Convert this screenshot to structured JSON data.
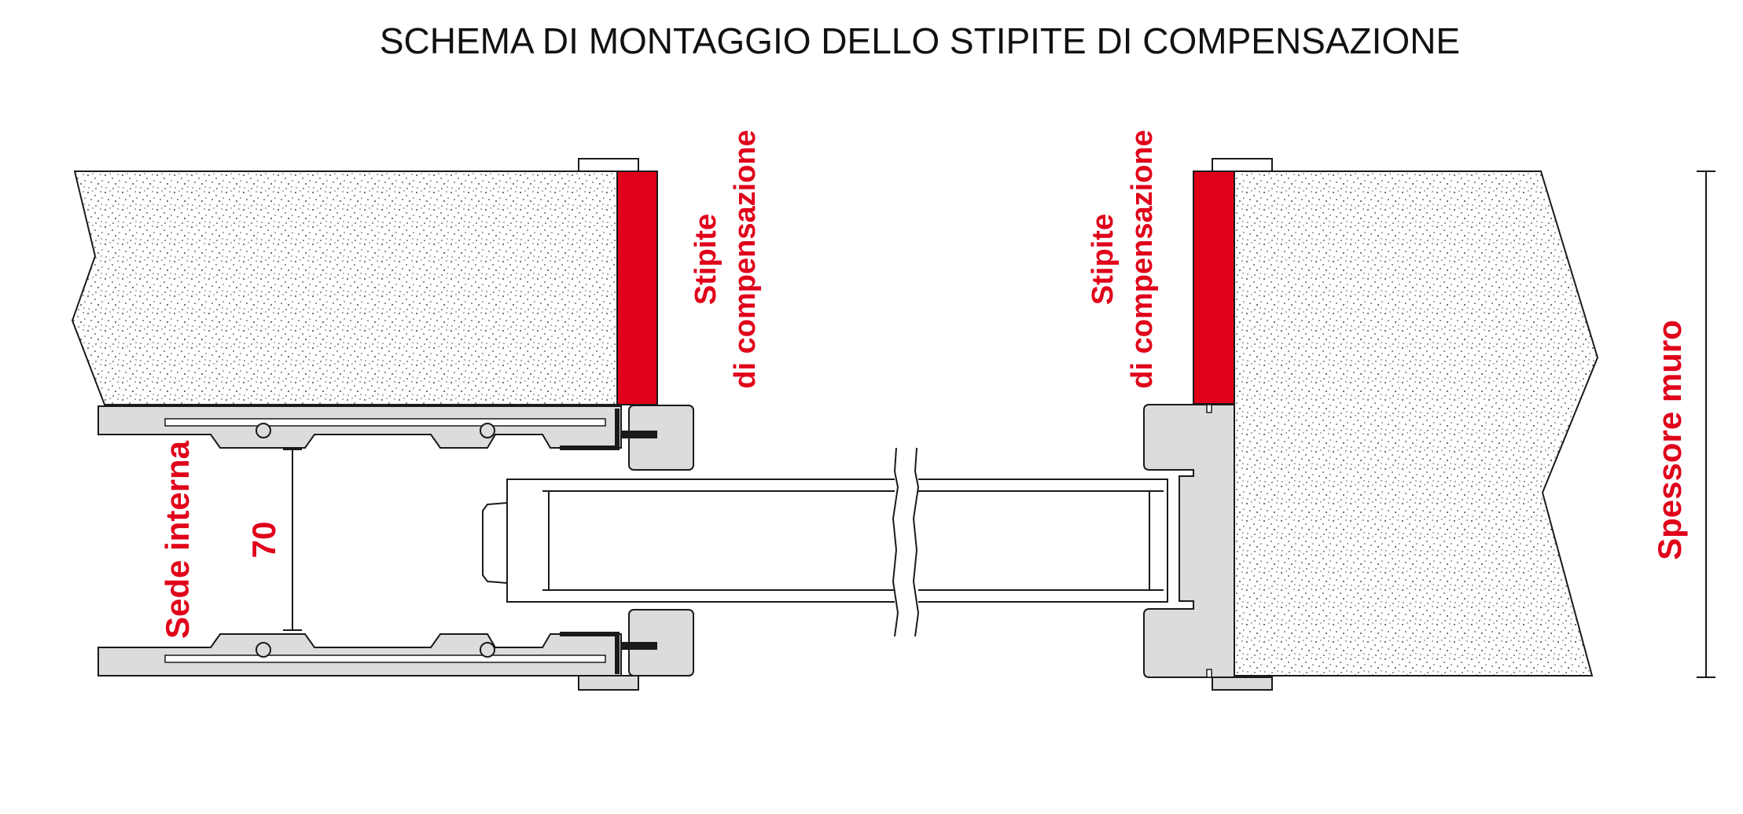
{
  "title": "SCHEMA DI MONTAGGIO DELLO STIPITE DI COMPENSAZIONE",
  "labels": {
    "stipite_line1": "Stipite",
    "stipite_line2": "di compensazione",
    "sede_interna": "Sede interna",
    "dimension": "70",
    "spessore_muro": "Spessore muro"
  },
  "colors": {
    "accent_red": "#e0001a",
    "profile_gray": "#dcdcdc",
    "wall_fill": "#ffffff",
    "stroke": "#1a1a1a"
  }
}
